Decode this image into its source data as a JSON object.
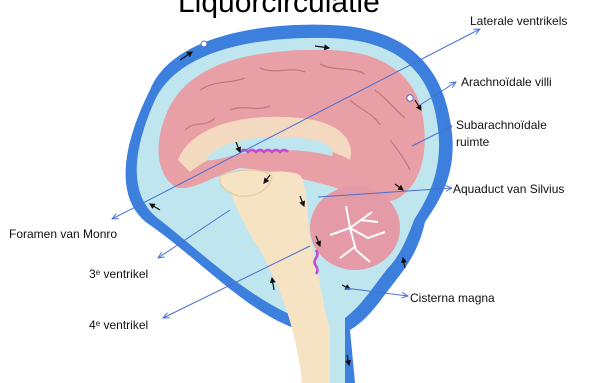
{
  "title": "Liquorcirculatie",
  "labels": {
    "laterale_ventrikels": "Laterale ventrikels",
    "arachnoidale_villi": "Arachnoïdale villi",
    "subarachnoidale_line1": "Subarachnoïdale",
    "subarachnoidale_line2": "ruimte",
    "aquaduct": "Aquaduct van Silvius",
    "foramen": "Foramen van Monro",
    "ventrikel3_num": "3",
    "ventrikel3_sup": "e",
    "ventrikel3_text": " ventrikel",
    "ventrikel4_num": "4",
    "ventrikel4_sup": "e",
    "ventrikel4_text": " ventrikel",
    "cisterna": "Cisterna magna"
  },
  "colors": {
    "csf_outer": "#3d7fdc",
    "csf_light": "#bfe6ef",
    "cerebrum": "#e8a0a6",
    "brainstem": "#f6e3c4",
    "cerebellum": "#e59aa8",
    "plexus": "#c04fd0",
    "leader": "#4a6fd0"
  }
}
